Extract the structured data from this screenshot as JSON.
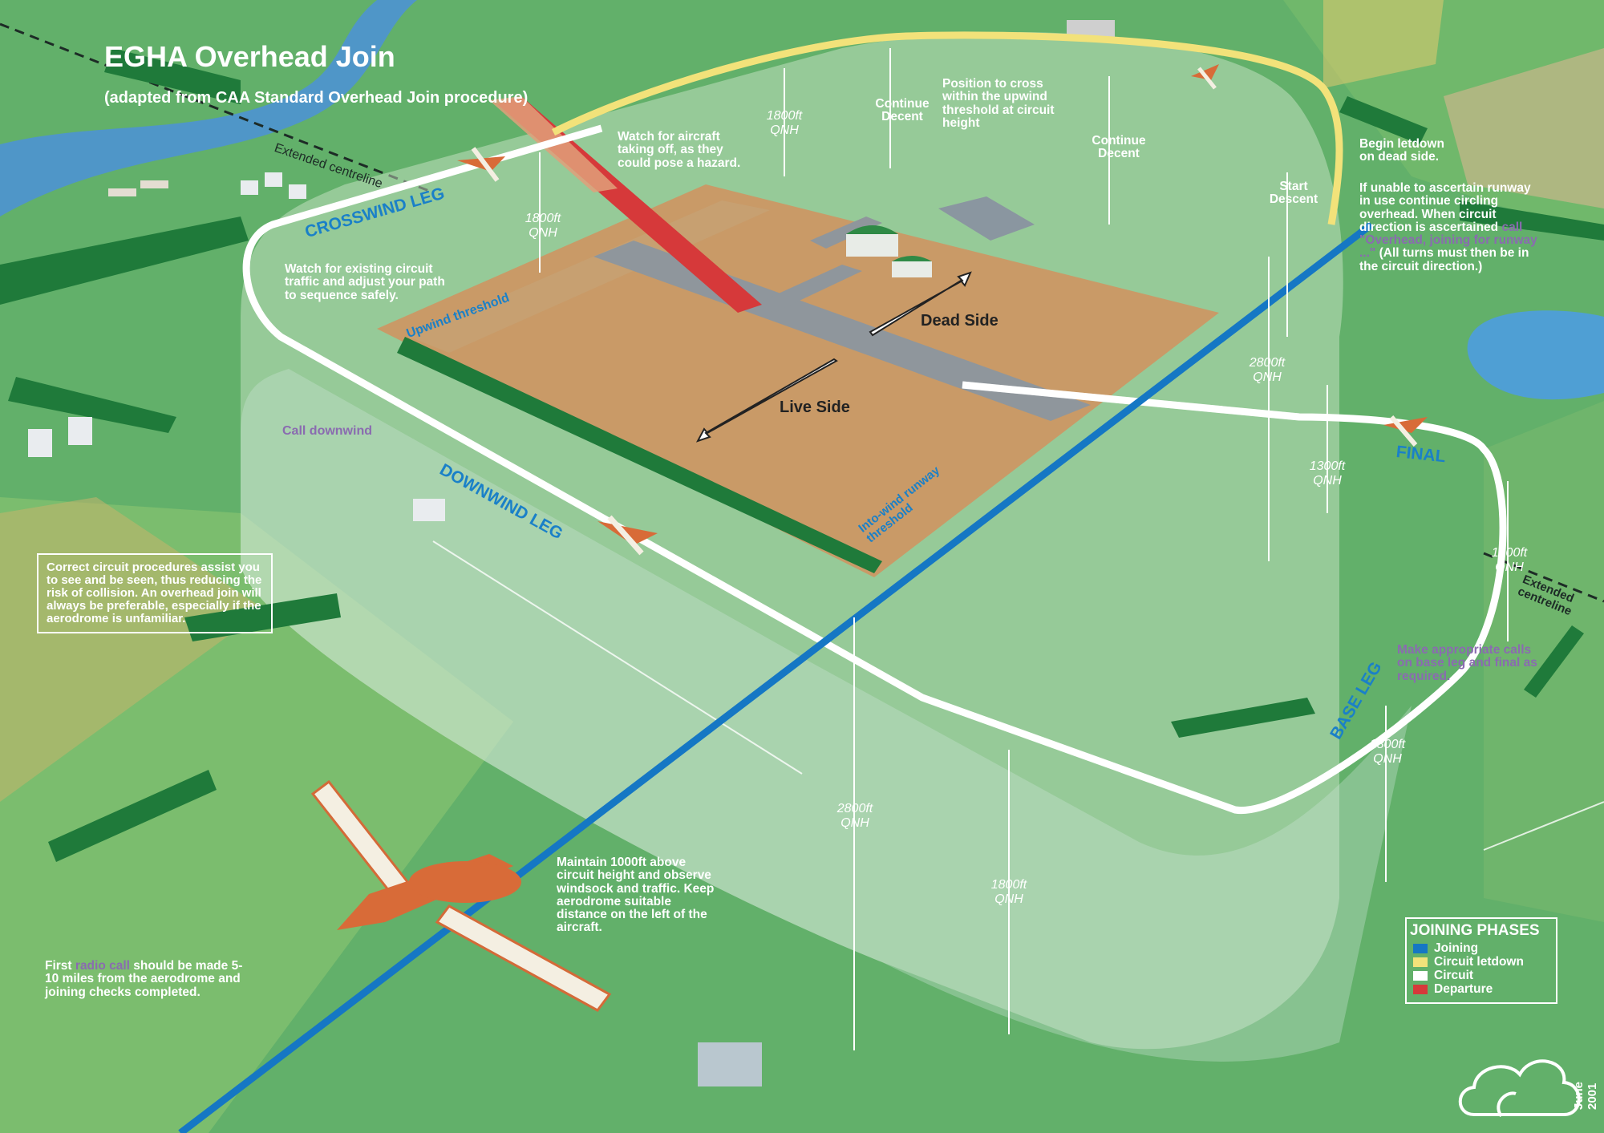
{
  "title": "EGHA Overhead Join",
  "subtitle": "(adapted from CAA Standard Overhead Join procedure)",
  "labels": {
    "crosswind_leg": "CROSSWIND LEG",
    "downwind_leg": "DOWNWIND LEG",
    "base_leg": "BASE LEG",
    "final": "FINAL",
    "dead_side": "Dead Side",
    "live_side": "Live Side",
    "upwind_threshold": "Upwind threshold",
    "into_wind_threshold": "Into-wind runway threshold",
    "extended_centreline_top": "Extended centreline",
    "extended_centreline_right": "Extended centreline",
    "call_downwind": "Call downwind"
  },
  "instructions": {
    "watch_takeoff": "Watch for aircraft taking off, as they could pose a hazard.",
    "watch_circuit": "Watch for existing circuit traffic and adjust your path to sequence safely.",
    "continue_descent_1": "Continue Decent",
    "continue_descent_2": "Continue Decent",
    "position_to_cross": "Position to cross within the upwind threshold at circuit height",
    "start_descent": "Start Descent",
    "begin_letdown": "Begin letdown on dead side.",
    "if_unable_pre": "If unable to ascertain runway in use continue circling overhead. When circuit direction is ascertained",
    "if_unable_call": "call \"Overhead, joining for runway ...\"",
    "if_unable_post": "(All turns must then be in the circuit direction.)",
    "make_calls": "Make appropriate calls on base leg and final as required.",
    "maintain": "Maintain 1000ft above circuit height and observe windsock and traffic. Keep aerodrome suitable distance on the left of the aircraft.",
    "first_call_pre": "First",
    "first_call_hl": "radio call",
    "first_call_post": "should be made 5-10 miles from the aerodrome and joining checks completed.",
    "correct_circuit": "Correct circuit procedures assist you to see and be seen, thus reducing the risk of collision. An overhead join will always be preferable, especially if the aerodrome is unfamiliar."
  },
  "altitudes": {
    "a1": "1800ft QNH",
    "a2": "1800ft QNH",
    "a3": "2800ft QNH",
    "a4": "1300ft QNH",
    "a5": "1400ft QNH",
    "a6": "1800ft QNH",
    "a7": "2800ft QNH",
    "a8": "1800ft QNH"
  },
  "legend": {
    "title": "JOINING PHASES",
    "items": [
      {
        "label": "Joining",
        "color": "#1577c4"
      },
      {
        "label": "Circuit letdown",
        "color": "#f2e27a"
      },
      {
        "label": "Circuit",
        "color": "#ffffff"
      },
      {
        "label": "Departure",
        "color": "#d6393a"
      }
    ]
  },
  "date": "June 2001"
}
